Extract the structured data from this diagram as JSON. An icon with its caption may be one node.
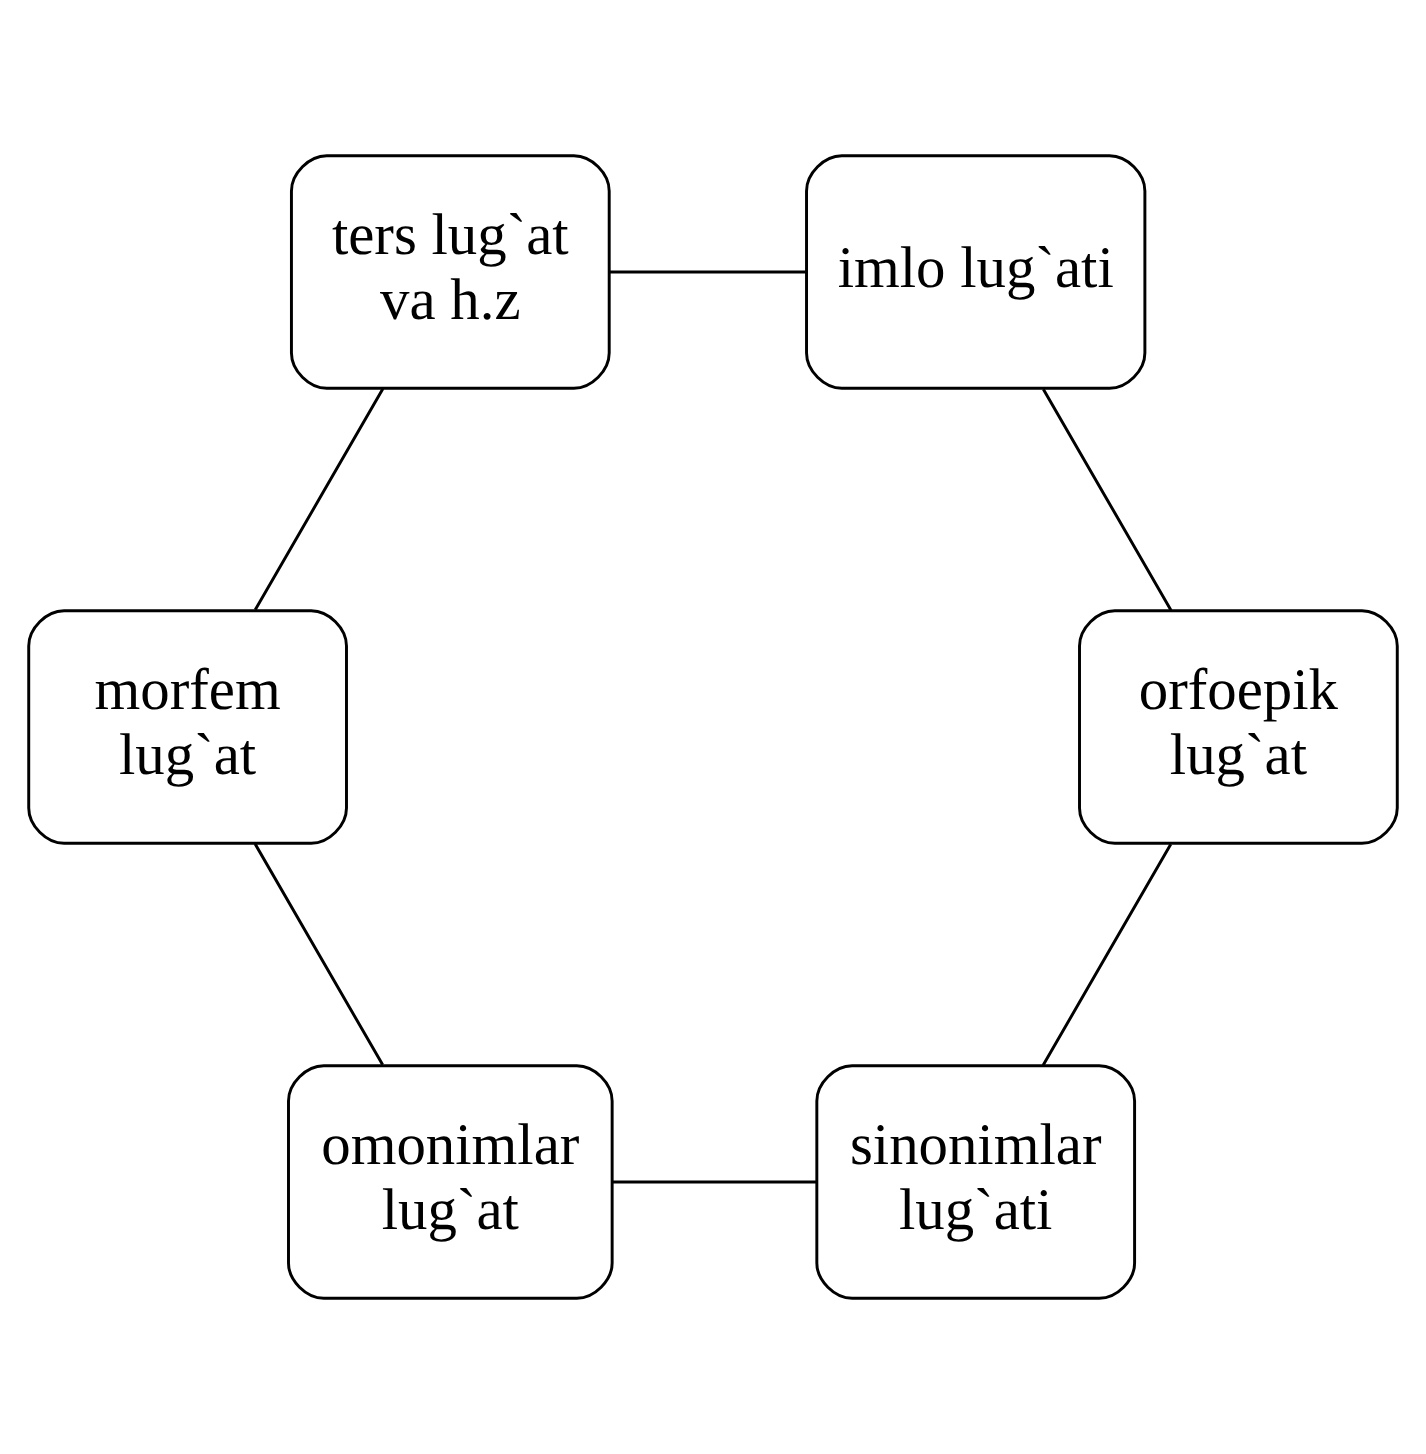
{
  "diagram": {
    "nodes": [
      {
        "text": [
          "sinonimlar lug`ati"
        ]
      },
      {
        "text": [
          "orfoepik lug`at"
        ]
      },
      {
        "text": [
          "omonimlar lug`at"
        ]
      },
      {
        "text": [
          "imlo lug`ati"
        ]
      },
      {
        "text": [
          "morfem lug`at"
        ]
      },
      {
        "text": [
          "ters lug`at va h.z"
        ]
      }
    ],
    "edges": [
      {
        "from": 0,
        "to": 2,
        "arrow": "none"
      },
      {
        "from": 2,
        "to": 4,
        "arrow": "none"
      },
      {
        "from": 4,
        "to": 5,
        "arrow": "none"
      },
      {
        "from": 5,
        "to": 3,
        "arrow": "none"
      },
      {
        "from": 3,
        "to": 1,
        "arrow": "none"
      },
      {
        "from": 1,
        "to": 0,
        "arrow": "none"
      }
    ]
  }
}
